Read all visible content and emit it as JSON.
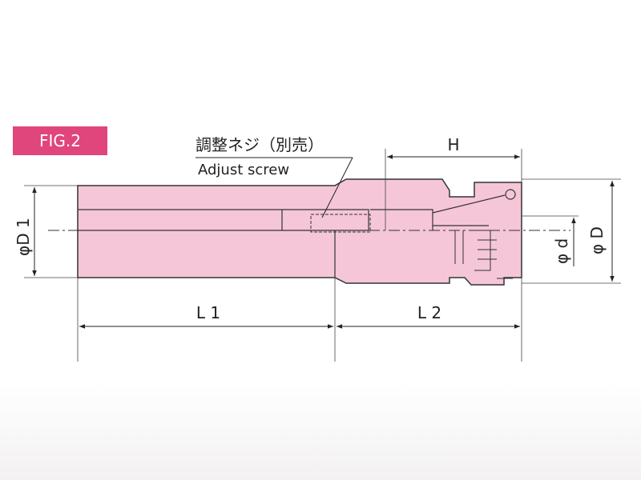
{
  "figure": {
    "label": "FIG.2",
    "label_color": "#e0457b",
    "body_color": "#f5c6d8"
  },
  "annotation": {
    "jp": "調整ネジ（別売）",
    "en": "Adjust screw"
  },
  "dimensions": {
    "H": "H",
    "phi_D1": "φD 1",
    "phi_d": "φ d",
    "phi_D": "φ D",
    "L1": "L 1",
    "L2": "L 2"
  }
}
